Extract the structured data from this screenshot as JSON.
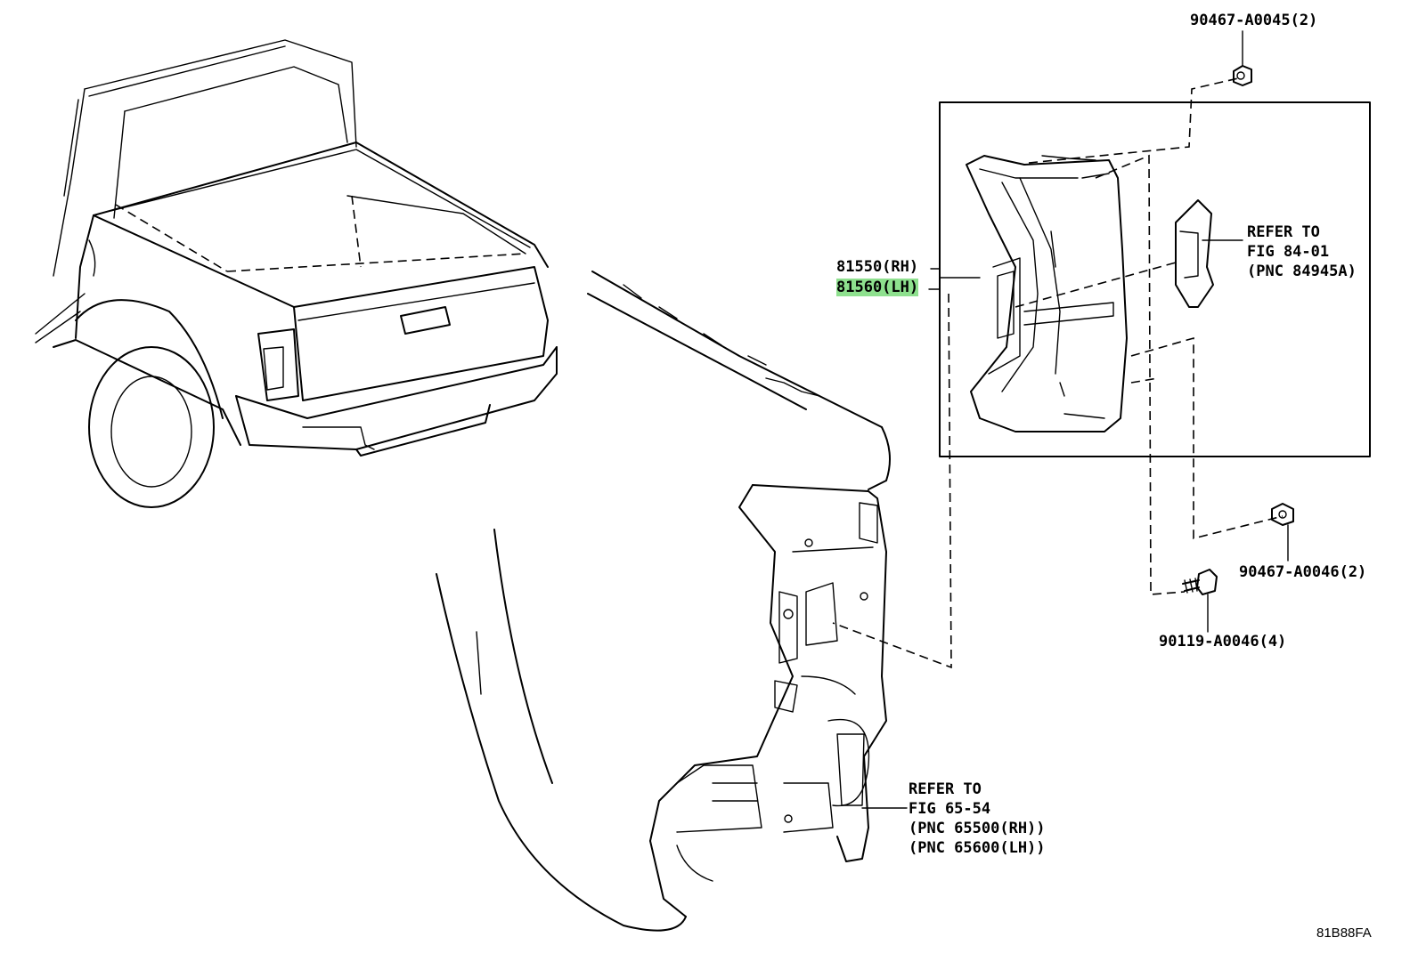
{
  "labels": {
    "nut_top": "90467-A0045(2)",
    "lamp_rh": "81550(RH)",
    "lamp_lh": "81560(LH)",
    "refer_84": {
      "line1": "REFER TO",
      "line2": "FIG 84-01",
      "line3": "(PNC 84945A)"
    },
    "nut_right": "90467-A0046(2)",
    "bolt": "90119-A0046(4)",
    "refer_65": {
      "line1": "REFER TO",
      "line2": "FIG 65-54",
      "line3": "(PNC 65500(RH))",
      "line4": "(PNC 65600(LH))"
    }
  },
  "highlight_color": "#8ee08e",
  "diagram_code": "81B88FA"
}
